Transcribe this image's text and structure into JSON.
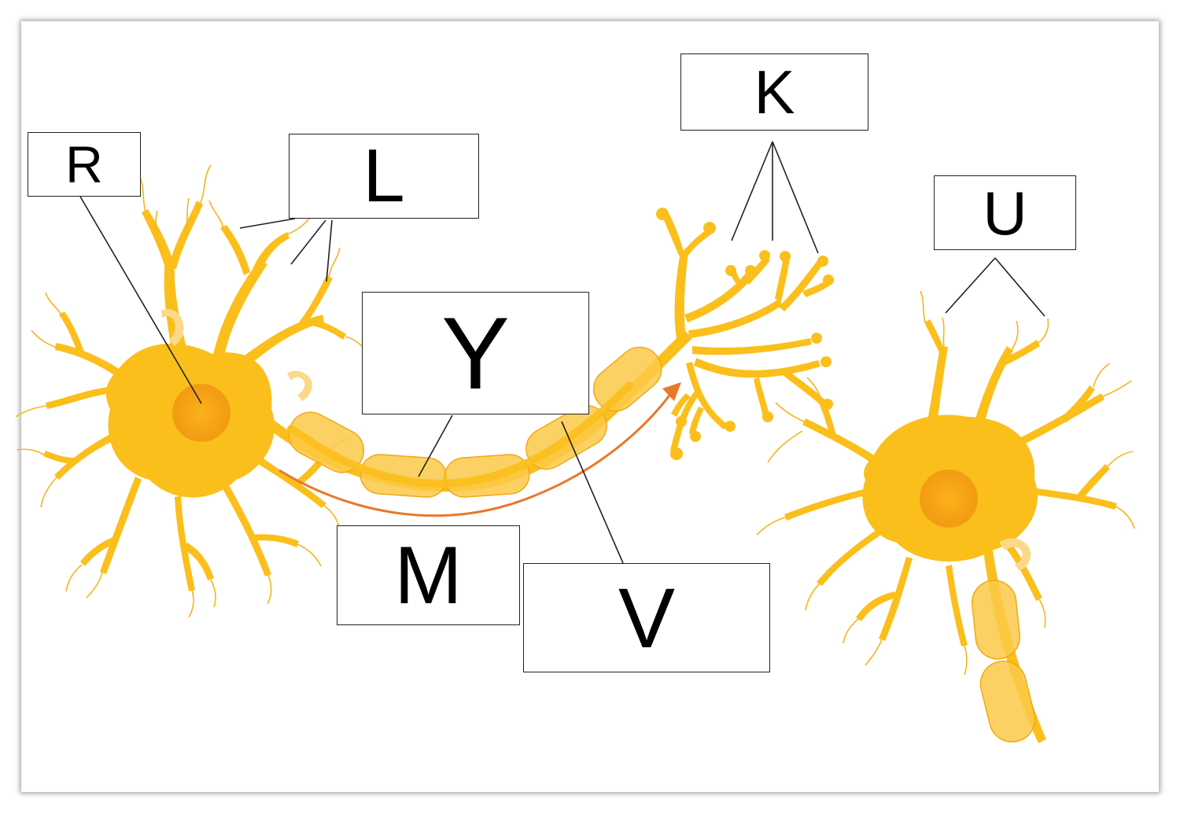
{
  "labels": {
    "R": "R",
    "L": "L",
    "K": "K",
    "U": "U",
    "Y": "Y",
    "M": "M",
    "V": "V"
  },
  "colors": {
    "neuron": "#fbbf1c",
    "neuron_outline": "#f2a814",
    "nucleus": "#f7a81b",
    "myelin": "#fcc948",
    "arrow": "#e8782a",
    "leader_line": "#222222"
  }
}
